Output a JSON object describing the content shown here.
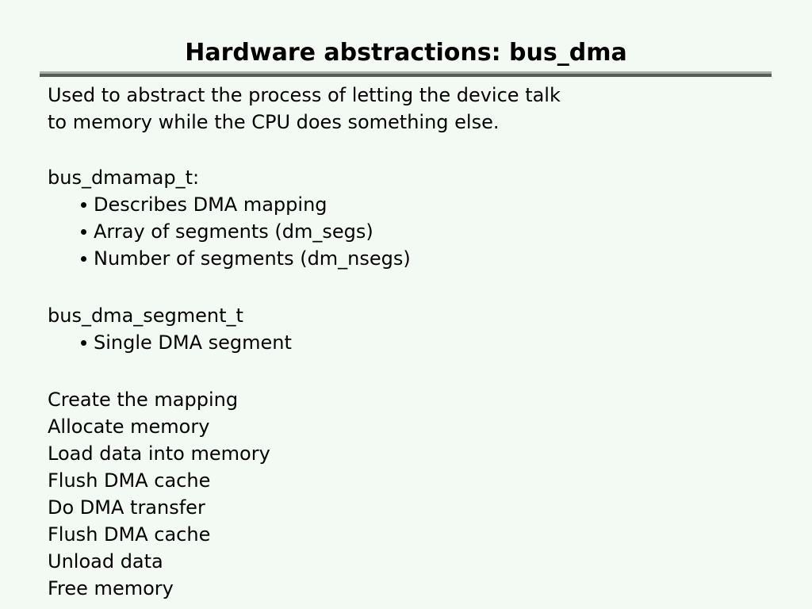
{
  "slide": {
    "title": "Hardware abstractions: bus_dma",
    "intro": {
      "line1": "Used to abstract the process of letting the device talk",
      "line2": "to memory while the CPU does something else."
    },
    "sections": [
      {
        "heading": "bus_dmamap_t:",
        "bullets": [
          "Describes DMA mapping",
          "Array of segments (dm_segs)",
          "Number of segments (dm_nsegs)"
        ]
      },
      {
        "heading": "bus_dma_segment_t",
        "bullets": [
          "Single DMA segment"
        ]
      }
    ],
    "steps": [
      "Create the mapping",
      "Allocate memory",
      "Load data into memory",
      "Flush DMA cache",
      "Do DMA transfer",
      "Flush DMA cache",
      "Unload data",
      "Free memory"
    ],
    "colors": {
      "background": "#f3f9f3",
      "text": "#000000",
      "rule_top": "#a9ada9",
      "rule_bottom": "#565c56"
    }
  }
}
